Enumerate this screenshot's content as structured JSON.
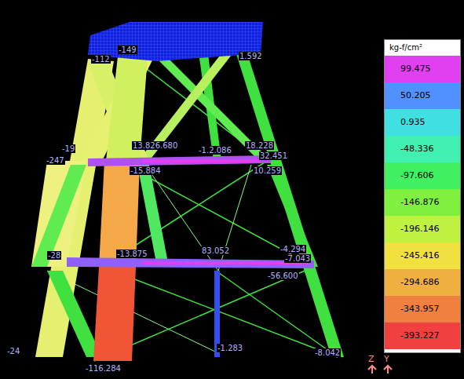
{
  "diagram": {
    "labels": [
      "kg-f/cm²",
      "-112",
      "-149",
      "1.592",
      "-19",
      "-247",
      "13.826.680",
      "-1.2.086",
      "18.228",
      "32.451",
      "10.259",
      "-15.884",
      "-28",
      "-13.875",
      "83.052",
      "-4.294",
      "-7.043",
      "-56.600",
      "-24",
      "-1.283",
      "-116.284",
      "-8.042",
      "Z",
      "Y"
    ],
    "legend": [
      {
        "text": "99.475",
        "color": "#e040f0"
      },
      {
        "text": "50.205",
        "color": "#5090ff"
      },
      {
        "text": "0.935",
        "color": "#40e0e0"
      },
      {
        "text": "-48.336",
        "color": "#40f0b0"
      },
      {
        "text": "-97.606",
        "color": "#40f060"
      },
      {
        "text": "-146.876",
        "color": "#80f040"
      },
      {
        "text": "-196.146",
        "color": "#c0f040"
      },
      {
        "text": "-245.416",
        "color": "#f0e040"
      },
      {
        "text": "-294.686",
        "color": "#f0b040"
      },
      {
        "text": "-343.957",
        "color": "#f08040"
      },
      {
        "text": "-393.227",
        "color": "#f04040"
      }
    ]
  }
}
